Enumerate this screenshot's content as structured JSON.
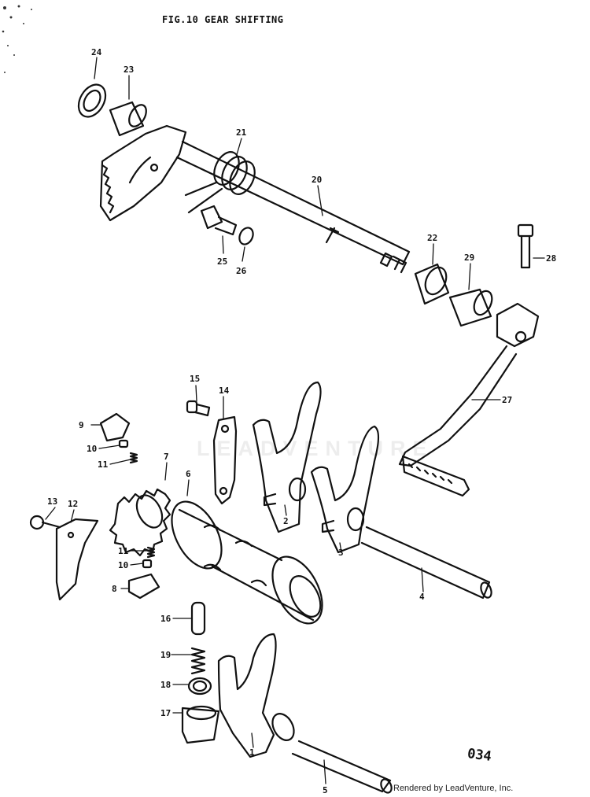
{
  "title": "FIG.10 GEAR SHIFTING",
  "page_number": "034",
  "credit": "Rendered by LeadVenture, Inc.",
  "watermark": "LEADVENTURE",
  "callouts": {
    "p1": "1",
    "p2": "2",
    "p3": "3",
    "p4": "4",
    "p5": "5",
    "p6": "6",
    "p7": "7",
    "p8": "8",
    "p9": "9",
    "p10a": "10",
    "p10b": "10",
    "p11a": "11",
    "p11b": "11",
    "p12": "12",
    "p13": "13",
    "p14": "14",
    "p15": "15",
    "p16": "16",
    "p17": "17",
    "p18": "18",
    "p19": "19",
    "p20": "20",
    "p21": "21",
    "p22": "22",
    "p23": "23",
    "p24": "24",
    "p25": "25",
    "p26": "26",
    "p27": "27",
    "p28": "28",
    "p29": "29"
  }
}
